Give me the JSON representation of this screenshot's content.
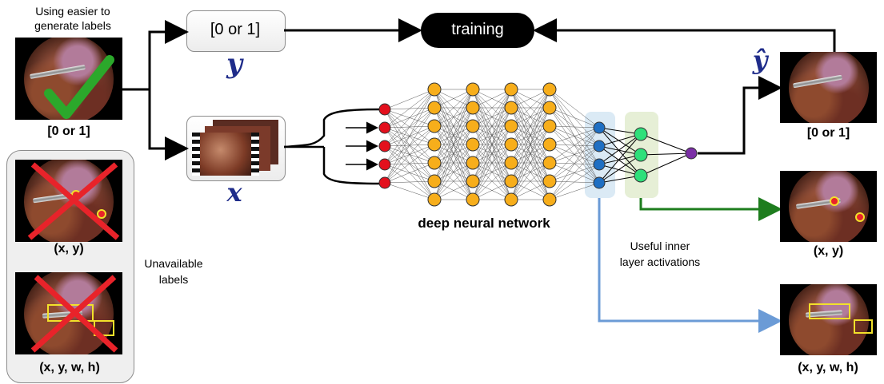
{
  "top_left_caption": [
    "Using easier to",
    "generate labels"
  ],
  "label_binary": "[0 or 1]",
  "box_binary": "[0 or 1]",
  "symbol_y": "y",
  "symbol_x": "x",
  "symbol_yhat": "ŷ",
  "training_label": "training",
  "network_label": "deep neural network",
  "unavailable": {
    "caption": [
      "Unavailable",
      "labels"
    ],
    "label_xy": "(x, y)",
    "label_xywh": "(x, y, w, h)"
  },
  "activations_caption": [
    "Useful inner",
    "layer activations"
  ],
  "outputs": {
    "binary": "[0 or 1]",
    "xy": "(x, y)",
    "xywh": "(x, y, w, h)"
  },
  "colors": {
    "input_node": "#e3101d",
    "hidden_node": "#f7ae1b",
    "blue_node": "#1f6fc3",
    "green_node": "#2ee07a",
    "output_node": "#7b2fa6",
    "green_arrow": "#1e7d1e",
    "blue_arrow": "#6b9bd6",
    "check": "#2ba82b",
    "cross": "#e8232a"
  }
}
